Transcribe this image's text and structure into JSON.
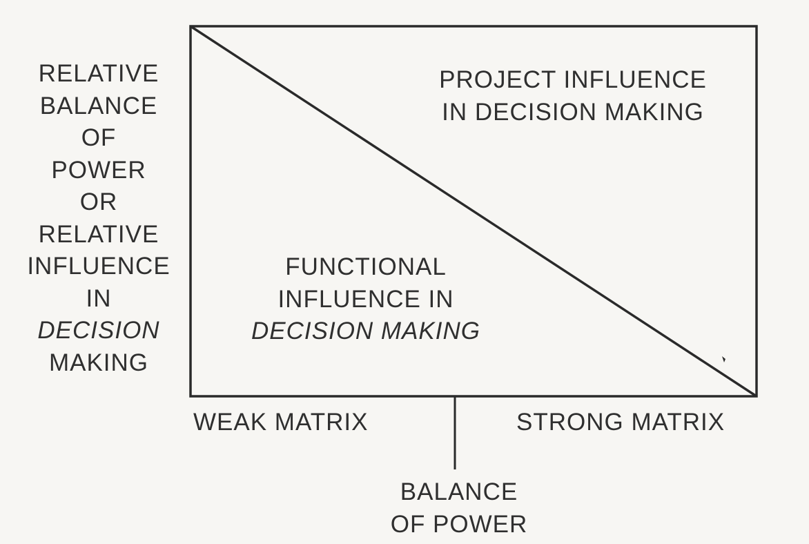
{
  "y_axis": {
    "lines": [
      "RELATIVE",
      "BALANCE",
      "OF",
      "POWER",
      "OR",
      "RELATIVE",
      "INFLUENCE",
      "IN",
      "DECISION",
      "MAKING"
    ]
  },
  "regions": {
    "project": [
      "PROJECT INFLUENCE",
      "IN DECISION MAKING"
    ],
    "functional": [
      "FUNCTIONAL",
      "INFLUENCE IN",
      "DECISION MAKING"
    ]
  },
  "x_axis": {
    "left_end": "WEAK MATRIX",
    "right_end": "STRONG MATRIX",
    "center": [
      "BALANCE",
      "OF POWER"
    ]
  }
}
